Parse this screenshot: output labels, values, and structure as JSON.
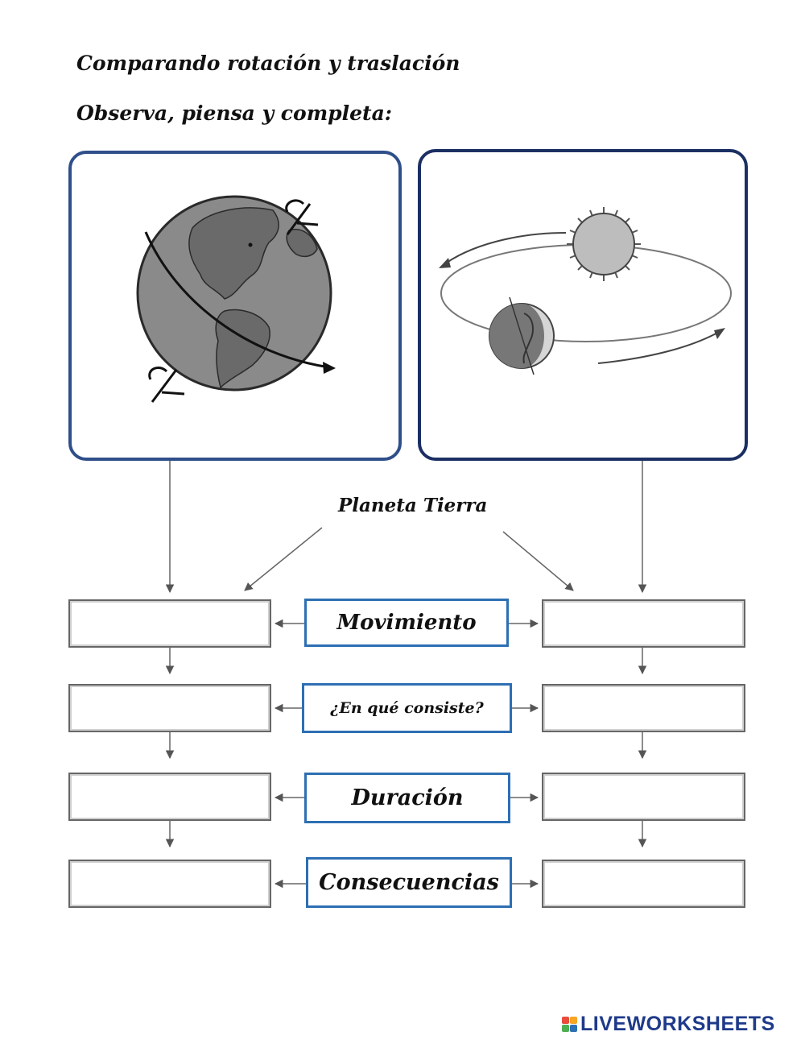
{
  "header": {
    "title": "Comparando rotación y traslación",
    "subtitle": "Observa,  piensa y completa:"
  },
  "diagram": {
    "center_label": "Planeta Tierra",
    "rows": [
      {
        "label": "Movimiento",
        "left_answer": "",
        "right_answer": ""
      },
      {
        "label": "¿En qué consiste?",
        "left_answer": "",
        "right_answer": ""
      },
      {
        "label": "Duración",
        "left_answer": "",
        "right_answer": ""
      },
      {
        "label": "Consecuencias",
        "left_answer": "",
        "right_answer": ""
      }
    ]
  },
  "images": {
    "left": "earth-rotation-illustration",
    "right": "earth-orbit-around-sun-illustration"
  },
  "footer": {
    "brand": "LIVEWORKSHEETS",
    "brand_color": "#1f3a8a"
  },
  "colors": {
    "label_border": "#2d6fb3",
    "frame_left": "#2f4f8a",
    "frame_right": "#1b2f63"
  }
}
